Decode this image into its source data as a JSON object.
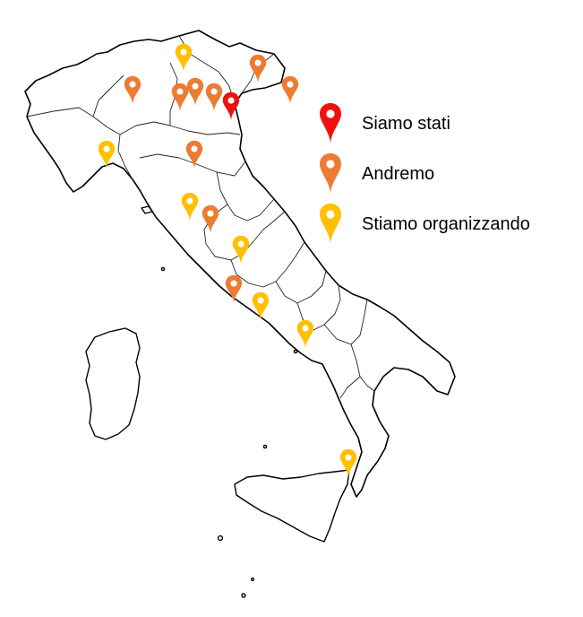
{
  "colors": {
    "visited": "#f01010",
    "planned": "#ec7c33",
    "organizing": "#ffc000"
  },
  "legend": [
    {
      "key": "visited",
      "label": "Siamo stati",
      "icon": "map-pin-icon"
    },
    {
      "key": "planned",
      "label": "Andremo",
      "icon": "map-pin-icon"
    },
    {
      "key": "organizing",
      "label": "Stiamo organizzando",
      "icon": "map-pin-icon"
    }
  ],
  "markers": [
    {
      "status": "organizing",
      "place": "valle-d-aosta"
    },
    {
      "status": "planned",
      "place": "lombardia-ovest"
    },
    {
      "status": "planned",
      "place": "trentino-1"
    },
    {
      "status": "planned",
      "place": "trentino-2"
    },
    {
      "status": "planned",
      "place": "trentino-3"
    },
    {
      "status": "visited",
      "place": "venezia"
    },
    {
      "status": "planned",
      "place": "friuli"
    },
    {
      "status": "planned",
      "place": "trieste"
    },
    {
      "status": "organizing",
      "place": "genova"
    },
    {
      "status": "planned",
      "place": "bologna"
    },
    {
      "status": "organizing",
      "place": "firenze"
    },
    {
      "status": "planned",
      "place": "siena"
    },
    {
      "status": "organizing",
      "place": "perugia"
    },
    {
      "status": "planned",
      "place": "roma"
    },
    {
      "status": "organizing",
      "place": "lazio-sud"
    },
    {
      "status": "organizing",
      "place": "napoli"
    },
    {
      "status": "organizing",
      "place": "messina"
    }
  ]
}
